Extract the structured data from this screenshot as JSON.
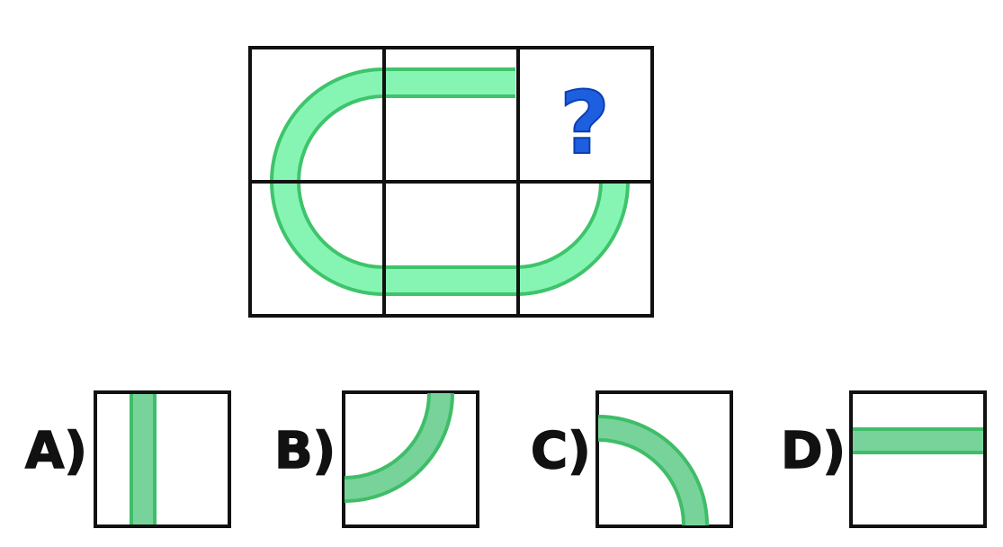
{
  "puzzle": {
    "question_mark": "?",
    "accent_track": "#3ec46b",
    "accent_track_fill": "#86f5b4",
    "question_color": "#1e5fe0"
  },
  "options": [
    {
      "label": "A)",
      "piece": "vertical-straight"
    },
    {
      "label": "B)",
      "piece": "curve-top-to-left"
    },
    {
      "label": "C)",
      "piece": "curve-left-to-bottom"
    },
    {
      "label": "D)",
      "piece": "horizontal-straight"
    }
  ]
}
